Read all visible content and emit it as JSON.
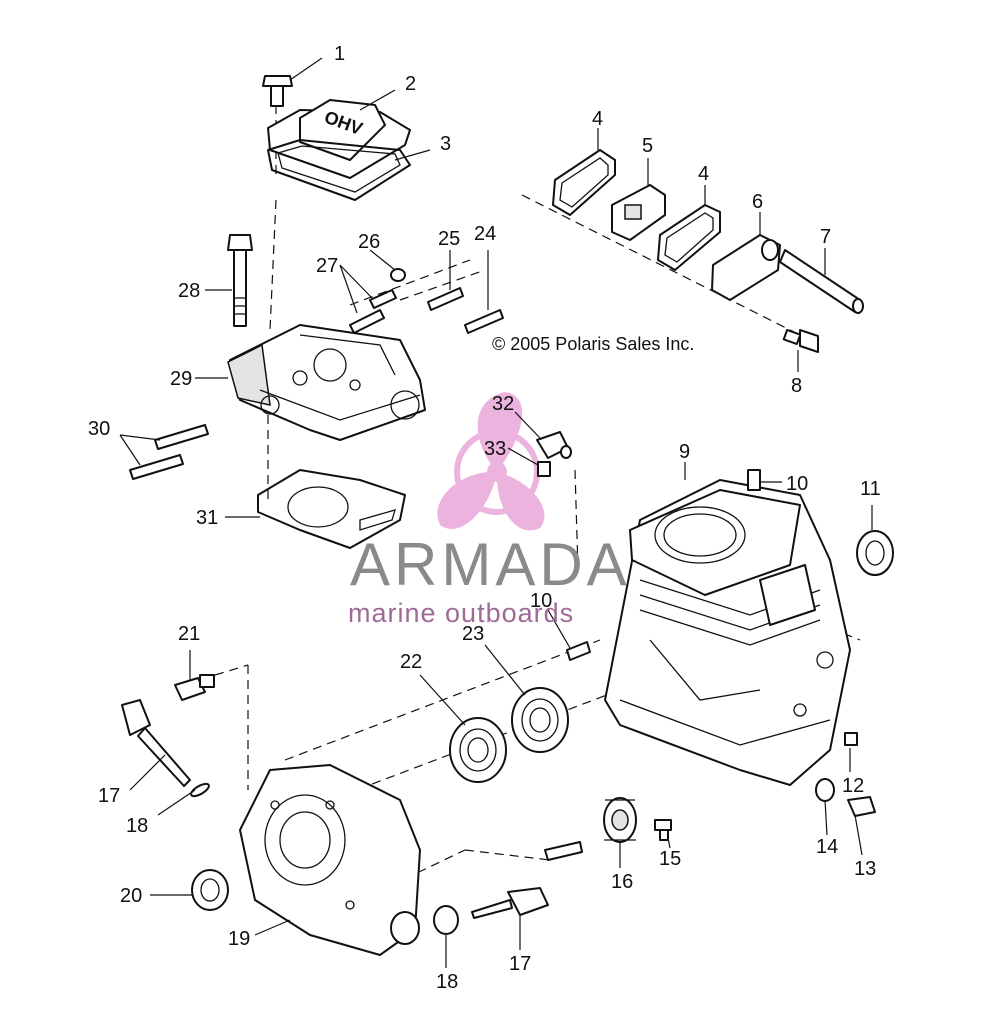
{
  "copyright": "© 2005 Polaris Sales Inc.",
  "watermark": {
    "brand": "ARMADA",
    "tagline": "marine outboards",
    "colors": {
      "logo": "#e8a6d8",
      "text": "#8a8a8a",
      "tagline": "#a06a96"
    }
  },
  "cover_embossing": "OHV",
  "callouts": [
    "1",
    "2",
    "3",
    "4",
    "5",
    "4",
    "6",
    "7",
    "8",
    "9",
    "10",
    "10",
    "11",
    "12",
    "13",
    "14",
    "15",
    "16",
    "17",
    "17",
    "18",
    "18",
    "19",
    "20",
    "21",
    "22",
    "23",
    "24",
    "25",
    "26",
    "27",
    "28",
    "29",
    "30",
    "31",
    "32",
    "33"
  ]
}
